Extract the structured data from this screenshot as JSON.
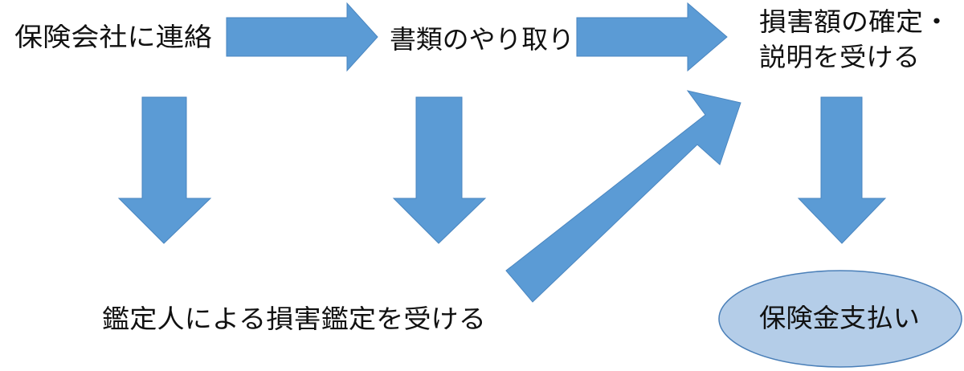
{
  "diagram": {
    "nodes": {
      "contact": "保険会社に連絡",
      "documents": "書類のやり取り",
      "confirm_line1": "損害額の確定・",
      "confirm_line2": "説明を受ける",
      "appraisal": "鑑定人による損害鑑定を受ける",
      "payment": "保険金支払い"
    },
    "colors": {
      "arrow_fill": "#5b9bd5",
      "arrow_stroke": "#4a86c0",
      "ellipse_fill": "#b4cde8",
      "ellipse_stroke": "#4a7fb8",
      "text": "#111111"
    },
    "arrows": [
      {
        "name": "arrow-contact-to-documents",
        "from": "contact",
        "to": "documents"
      },
      {
        "name": "arrow-documents-to-confirm",
        "from": "documents",
        "to": "confirm"
      },
      {
        "name": "arrow-contact-to-appraisal",
        "from": "contact",
        "to": "appraisal"
      },
      {
        "name": "arrow-documents-to-appraisal",
        "from": "documents",
        "to": "appraisal"
      },
      {
        "name": "arrow-appraisal-to-confirm",
        "from": "appraisal",
        "to": "confirm"
      },
      {
        "name": "arrow-confirm-to-payment",
        "from": "confirm",
        "to": "payment"
      }
    ]
  }
}
